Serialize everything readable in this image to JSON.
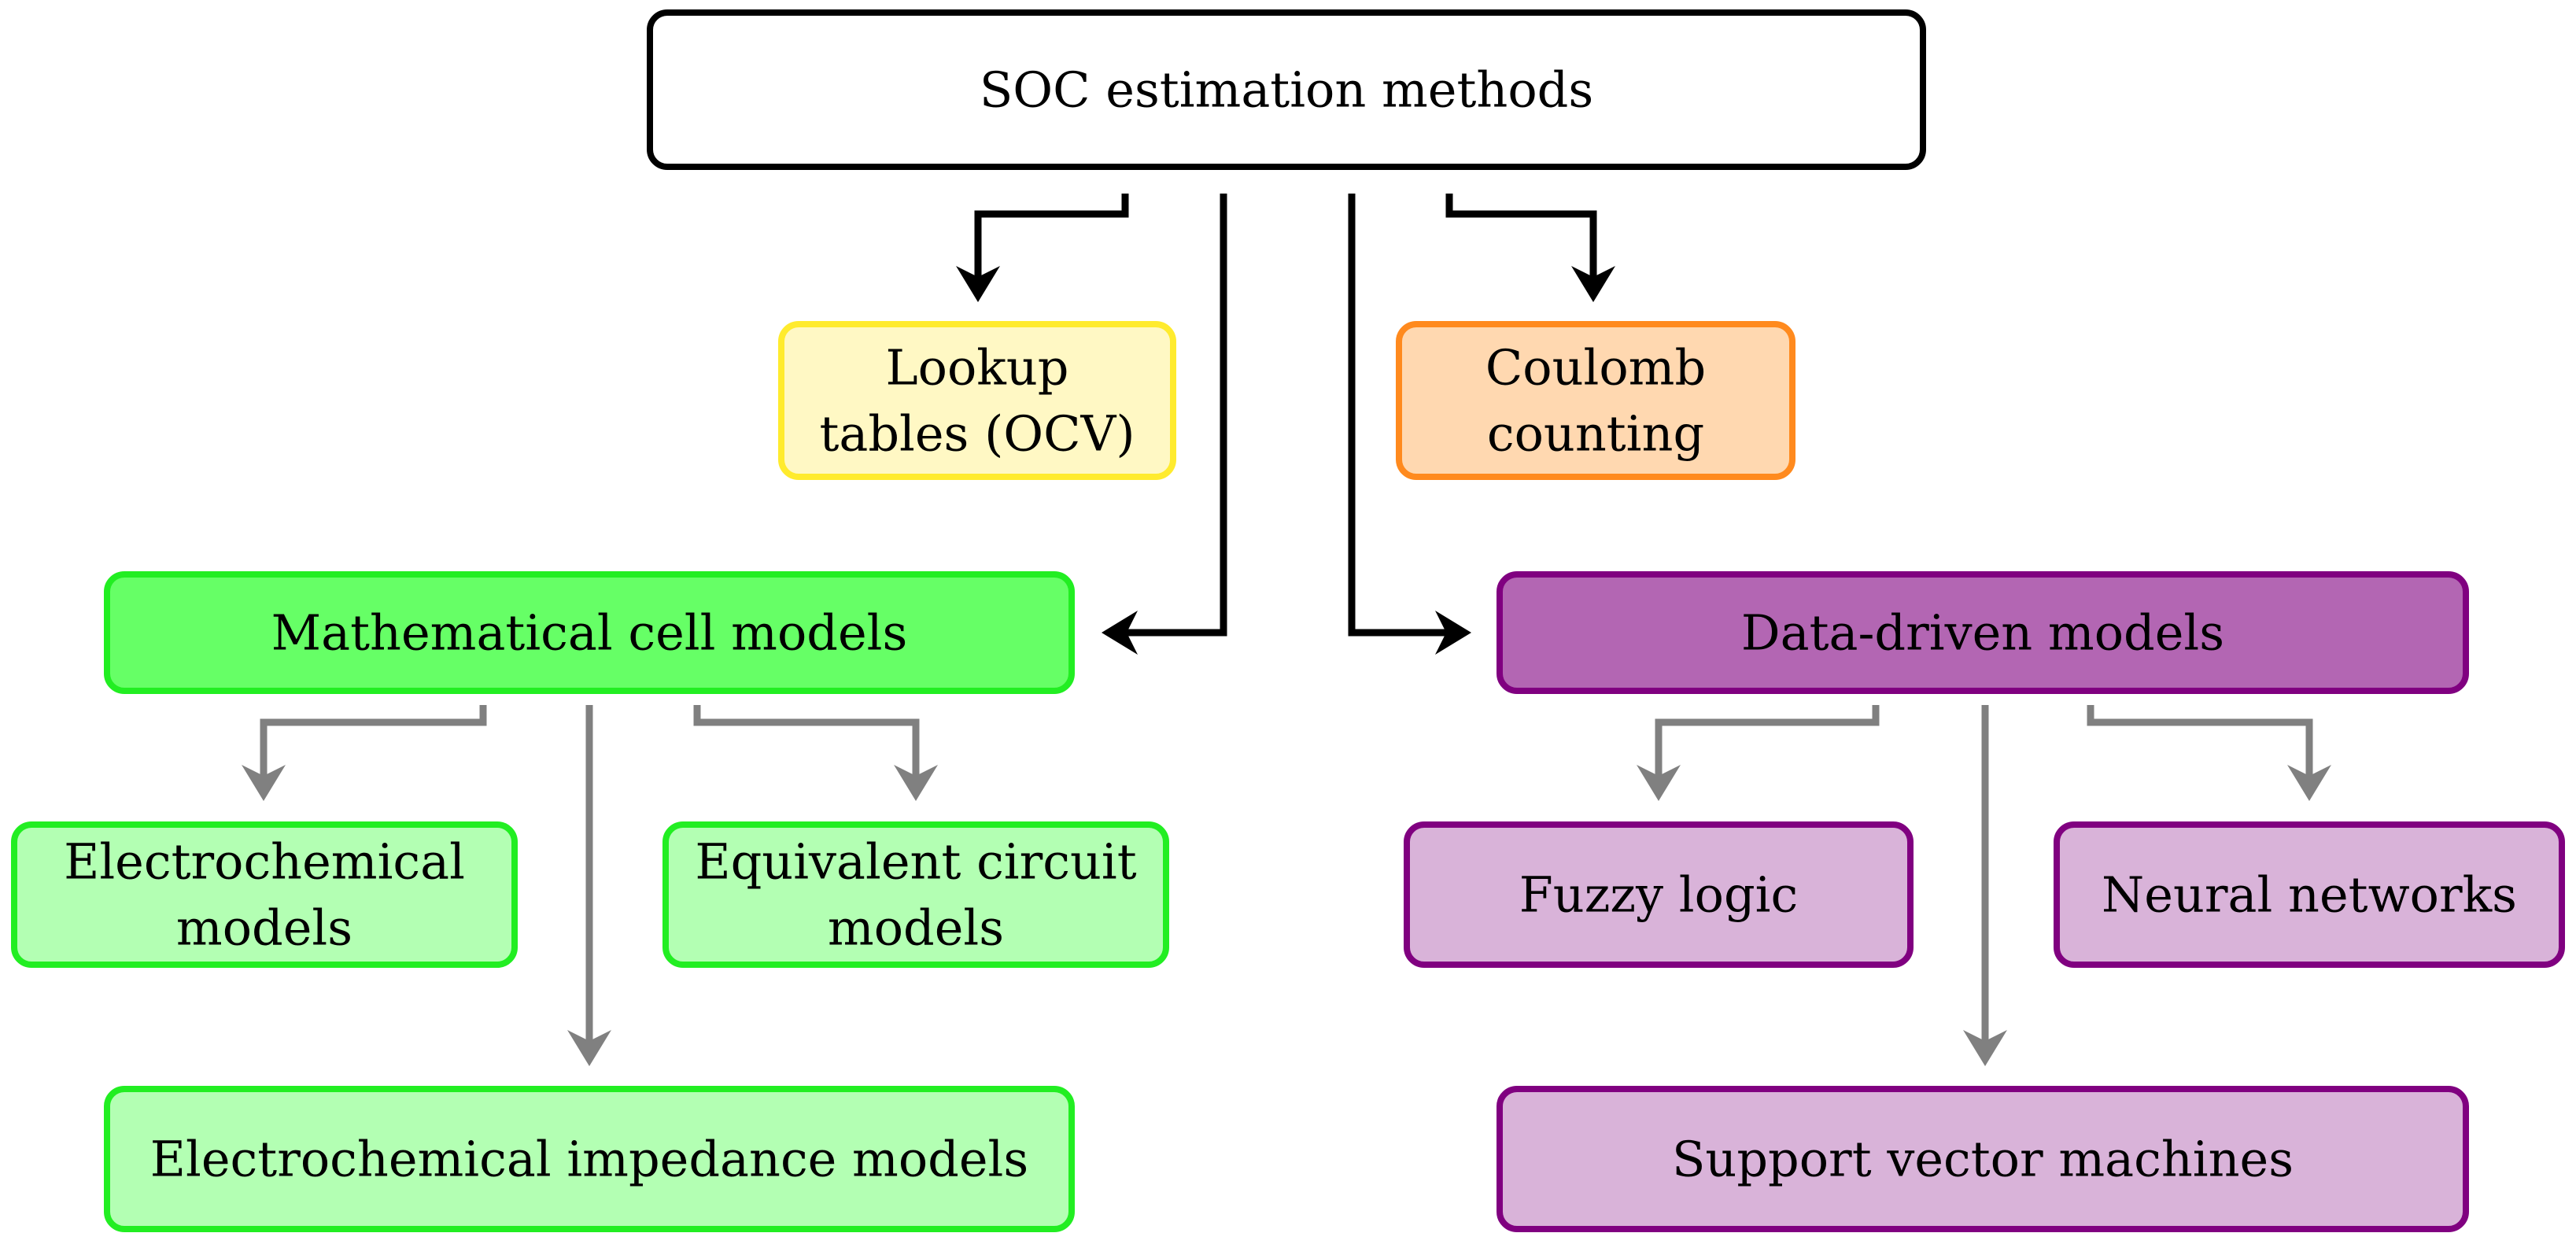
{
  "diagram": {
    "colors": {
      "root_fill": "#ffffff",
      "root_stroke": "#000000",
      "lookup_fill": "#fff8c4",
      "lookup_stroke": "#ffeb2e",
      "coulomb_fill": "#ffd8b0",
      "coulomb_stroke": "#ff8a1e",
      "math_fill": "#66ff66",
      "math_stroke": "#22ee22",
      "math_child_fill": "#b3ffb3",
      "math_child_stroke": "#22ee22",
      "data_fill": "#b366b3",
      "data_stroke": "#800080",
      "data_child_fill": "#d9b3d9",
      "data_child_stroke": "#800080",
      "primary_arrow": "#000000",
      "secondary_arrow": "#808080"
    },
    "nodes": {
      "root": {
        "lines": [
          "SOC estimation methods"
        ]
      },
      "lookup_tables": {
        "lines": [
          "Lookup",
          "tables (OCV)"
        ]
      },
      "coulomb_counting": {
        "lines": [
          "Coulomb",
          "counting"
        ]
      },
      "mathematical_models": {
        "lines": [
          "Mathematical cell models"
        ]
      },
      "data_driven_models": {
        "lines": [
          "Data-driven models"
        ]
      },
      "electrochemical_models": {
        "lines": [
          "Electrochemical",
          "models"
        ]
      },
      "equivalent_circuit_models": {
        "lines": [
          "Equivalent circuit",
          "models"
        ]
      },
      "impedance_models": {
        "lines": [
          "Electrochemical impedance models"
        ]
      },
      "fuzzy_logic": {
        "lines": [
          "Fuzzy logic"
        ]
      },
      "neural_networks": {
        "lines": [
          "Neural networks"
        ]
      },
      "support_vector_machines": {
        "lines": [
          "Support vector machines"
        ]
      }
    }
  }
}
